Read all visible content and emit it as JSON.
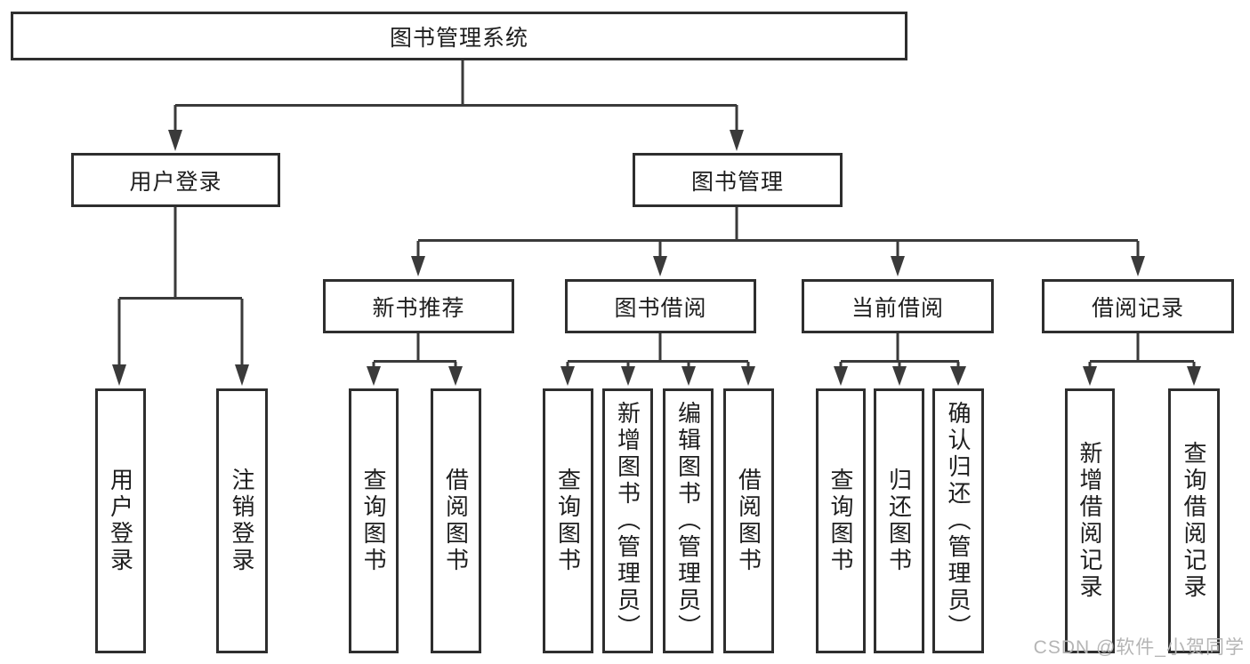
{
  "diagram": {
    "root": {
      "label": "图书管理系统"
    },
    "branches": [
      {
        "label": "用户登录",
        "leaves": [
          {
            "label": "用户登录"
          },
          {
            "label": "注销登录"
          }
        ]
      },
      {
        "label": "图书管理",
        "groups": [
          {
            "label": "新书推荐",
            "leaves": [
              {
                "label": "查询图书"
              },
              {
                "label": "借阅图书"
              }
            ]
          },
          {
            "label": "图书借阅",
            "leaves": [
              {
                "label": "查询图书"
              },
              {
                "label": "新增图书（管理员）"
              },
              {
                "label": "编辑图书（管理员）"
              },
              {
                "label": "借阅图书"
              }
            ]
          },
          {
            "label": "当前借阅",
            "leaves": [
              {
                "label": "查询图书"
              },
              {
                "label": "归还图书"
              },
              {
                "label": "确认归还（管理员）"
              }
            ]
          },
          {
            "label": "借阅记录",
            "leaves": [
              {
                "label": "新增借阅记录"
              },
              {
                "label": "查询借阅记录"
              }
            ]
          }
        ]
      }
    ]
  },
  "watermark": {
    "text": "CSDN @软件_小贺同学"
  },
  "colors": {
    "line": "#3a3a3a",
    "box_border": "#2e2e2e",
    "text": "#1e1e1e",
    "watermark": "#b5b5b5",
    "background": "#ffffff"
  }
}
